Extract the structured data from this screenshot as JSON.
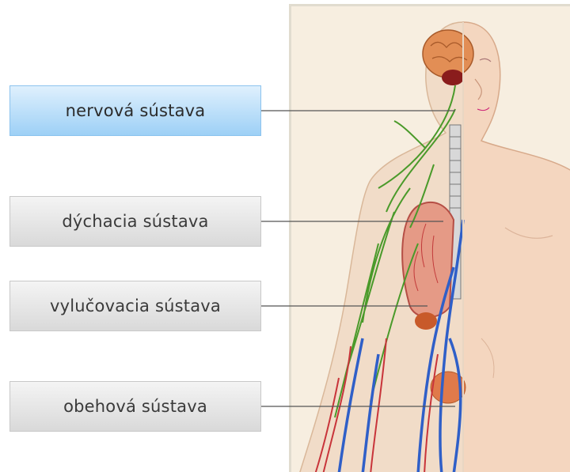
{
  "buttons": [
    {
      "label": "nervová sústava",
      "active": true
    },
    {
      "label": "dýchacia sústava",
      "active": false
    },
    {
      "label": "vylučovacia sústava",
      "active": false
    },
    {
      "label": "obehová sústava",
      "active": false
    }
  ],
  "colors": {
    "active_top": "#dff0fd",
    "active_bottom": "#9dd0f6",
    "inactive_top": "#f4f4f4",
    "inactive_bottom": "#d9d9d9",
    "nerves": "#4a9a2a",
    "veins": "#2f5fc8",
    "arteries": "#c8343a",
    "skin": "#f4d6bf",
    "background": "#f7eee0"
  },
  "illustration": {
    "subject": "human-body-anatomy-icon"
  }
}
